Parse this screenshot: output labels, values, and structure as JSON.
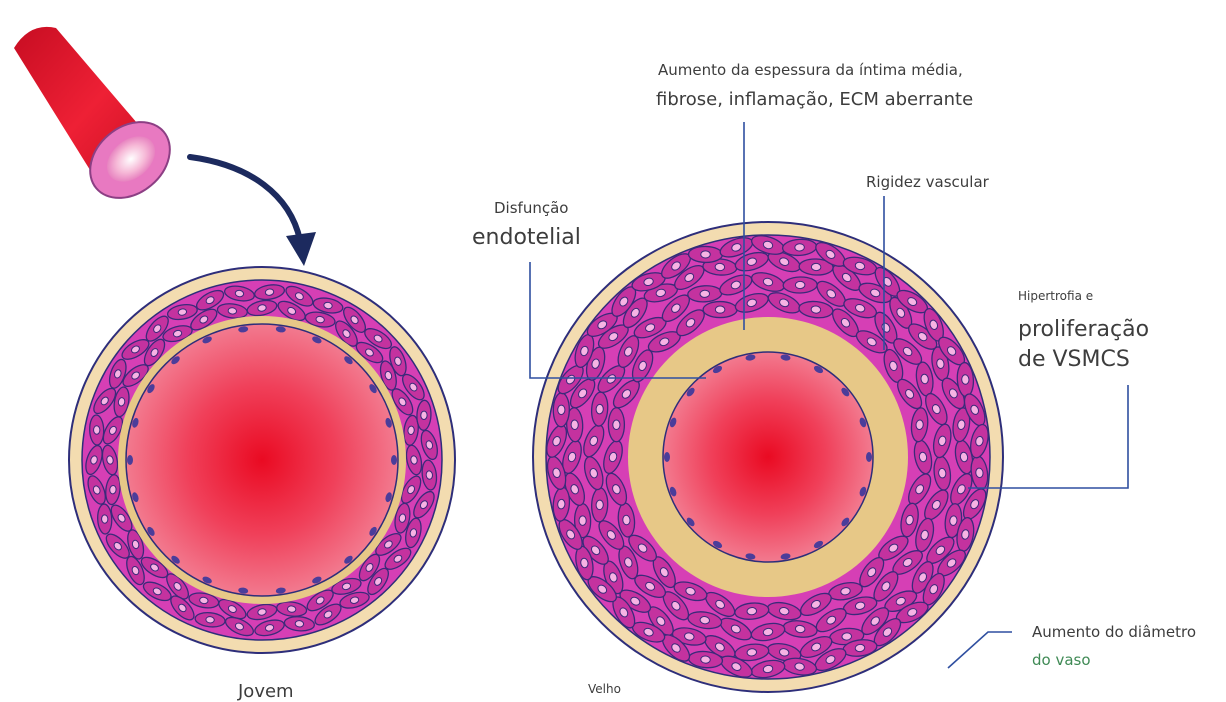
{
  "labels": {
    "intima_line1": "Aumento da espessura da íntima média,",
    "intima_line2": "fibrose, inflamação, ECM aberrante",
    "rigidez": "Rigidez vascular",
    "disfuncao_line1": "Disfunção",
    "disfuncao_line2": "endotelial",
    "hipertrofia_line1": "Hipertrofia e",
    "hipertrofia_line2": "proliferação",
    "hipertrofia_line3": "de VSMCS",
    "diametro_line1": "Aumento do diâmetro",
    "diametro_line2": "do vaso",
    "jovem": "Jovem",
    "velho": "Velho"
  },
  "colors": {
    "lumen": "#e8102a",
    "smooth_muscle": "#d63fb5",
    "adventitia": "#f3dcb0",
    "intima_thick": "#e7c887",
    "outline": "#2e2e7a",
    "leader": "#2f4fa0",
    "arrow": "#1c2a5e",
    "tube": "#e0152b",
    "green_text": "#3f8a55"
  },
  "icons": {
    "tube": "blood-vessel-tube-icon",
    "arrow": "curved-arrow-icon"
  }
}
